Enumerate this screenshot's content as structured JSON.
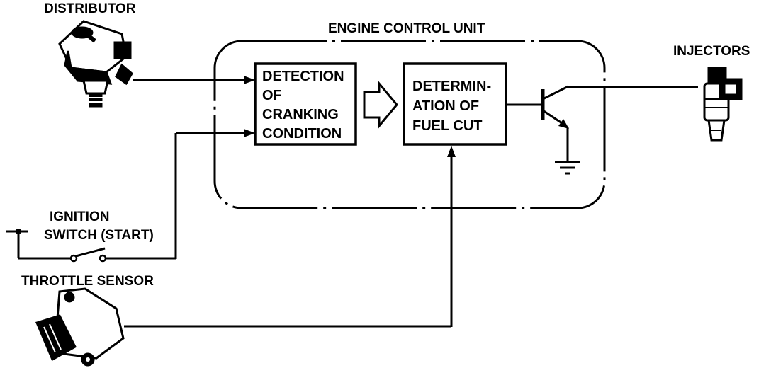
{
  "ecu": {
    "label": "ENGINE CONTROL UNIT"
  },
  "components": {
    "distributor": {
      "label": "DISTRIBUTOR",
      "icon": "distributor-icon"
    },
    "ignition_switch": {
      "label_line1": "IGNITION",
      "label_line2": "SWITCH (START)",
      "icon": "switch-icon"
    },
    "throttle_sensor": {
      "label": "THROTTLE SENSOR",
      "icon": "throttle-sensor-icon"
    },
    "injectors": {
      "label": "INJECTORS",
      "icon": "injector-icon"
    }
  },
  "blocks": {
    "detection": {
      "lines": [
        "DETECTION",
        "OF",
        "CRANKING",
        "CONDITION"
      ]
    },
    "determination": {
      "lines": [
        "DETERMIN-",
        "ATION OF",
        "FUEL CUT"
      ]
    }
  },
  "symbols": {
    "transistor": "transistor-icon",
    "ground": "ground-icon",
    "flow_arrow": "hollow-arrow-icon"
  },
  "colors": {
    "ink": "#000000",
    "background": "#ffffff"
  }
}
